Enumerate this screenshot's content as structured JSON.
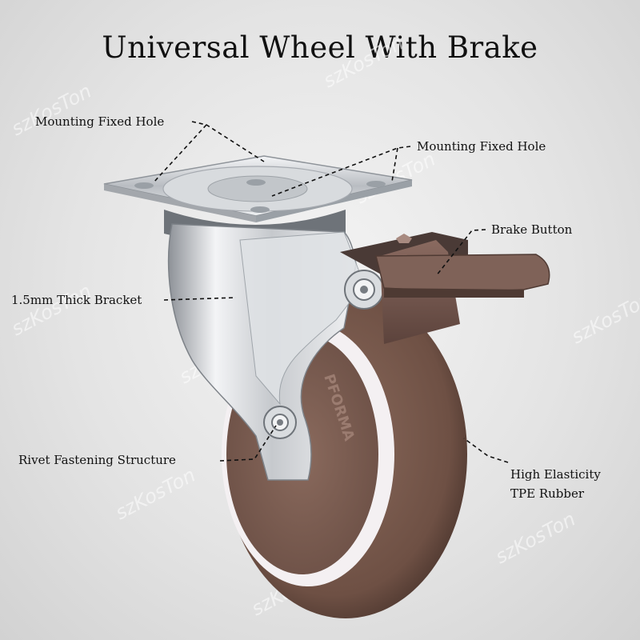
{
  "title": "Universal Wheel With Brake",
  "labels": {
    "mounting_hole_left": "Mounting Fixed Hole",
    "mounting_hole_right": "Mounting Fixed Hole",
    "brake_button": "Brake Button",
    "bracket": "1.5mm Thick Bracket",
    "rivet": "Rivet Fastening Structure",
    "rubber_line1": "High Elasticity",
    "rubber_line2": "TPE Rubber"
  },
  "watermark": "szKosTon",
  "wheel_print": "PFORMA",
  "colors": {
    "tire": "#7a5a4c",
    "hub": "#f2eef0",
    "steel": "#cfd2d6",
    "brake": "#6b5048",
    "text": "#111111"
  }
}
